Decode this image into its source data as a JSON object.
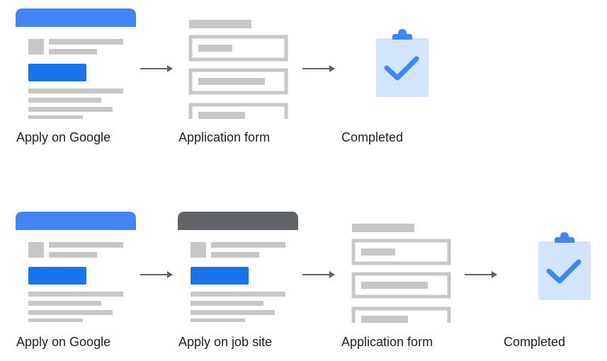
{
  "flows": [
    {
      "steps": [
        {
          "label": "Apply on Google",
          "type": "google-listing"
        },
        {
          "label": "Application form",
          "type": "form"
        },
        {
          "label": "Completed",
          "type": "completed"
        }
      ]
    },
    {
      "steps": [
        {
          "label": "Apply on Google",
          "type": "google-listing"
        },
        {
          "label": "Apply on job site",
          "type": "job-site-listing"
        },
        {
          "label": "Application form",
          "type": "form"
        },
        {
          "label": "Completed",
          "type": "completed"
        }
      ]
    }
  ],
  "colors": {
    "google_header": "#4285F4",
    "apply_button": "#1A73E8",
    "job_site_header": "#5F6368",
    "placeholder": "#C7C7C7",
    "clipboard_bg": "#D2E3FC",
    "check": "#4285F4",
    "arrow": "#5F6368",
    "label_text": "#202124"
  }
}
